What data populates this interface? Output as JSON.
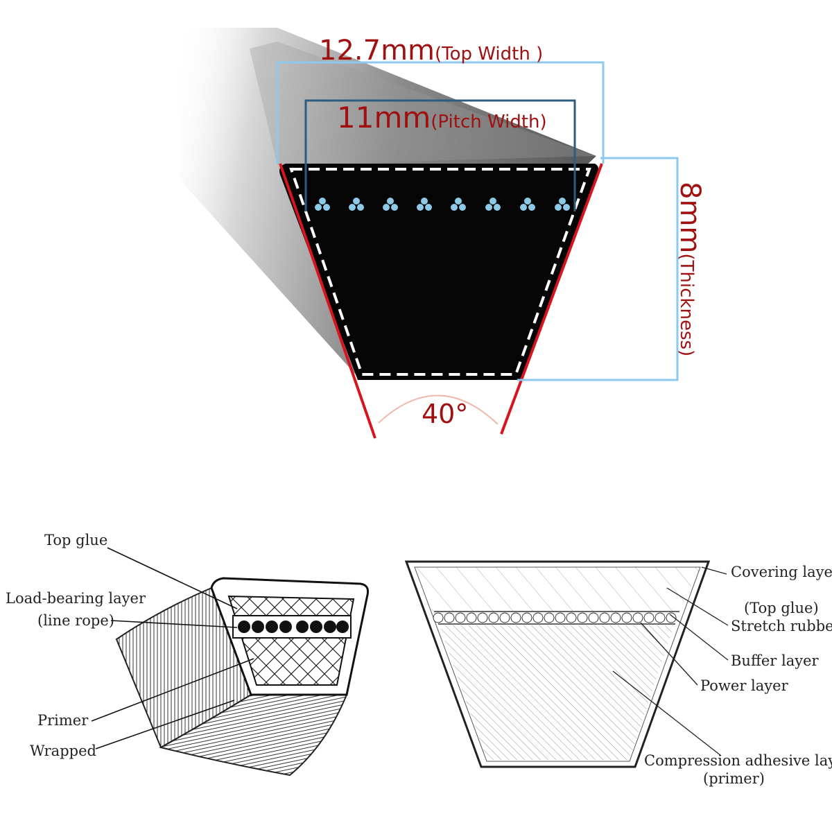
{
  "belt_dimensions": {
    "top_width_value": "12.7mm",
    "top_width_label": "(Top Width )",
    "pitch_width_value": "11mm",
    "pitch_width_label": "(Pitch Width)",
    "thickness_value": "8mm",
    "thickness_label": "(Thickness)",
    "angle": "40°"
  },
  "belt_structure_left": {
    "labels": [
      "Top glue",
      "Load-bearing layer",
      "(line rope)",
      "Primer",
      "Wrapped"
    ]
  },
  "belt_cross_section_right": {
    "labels": [
      "Covering layer",
      "(Top glue)",
      "Stretch rubber",
      "Buffer layer",
      "Power layer",
      "Compression adhesive layer",
      "(primer)"
    ]
  },
  "colors": {
    "dimension_text": "#a01010",
    "top_width_line": "#8ec8ec",
    "pitch_width_line": "#2c5d80",
    "thickness_line": "#8ec8ec",
    "belt_edge_red": "#d8141c",
    "belt_body": "#050505",
    "cord_blue": "#8ecae8"
  }
}
